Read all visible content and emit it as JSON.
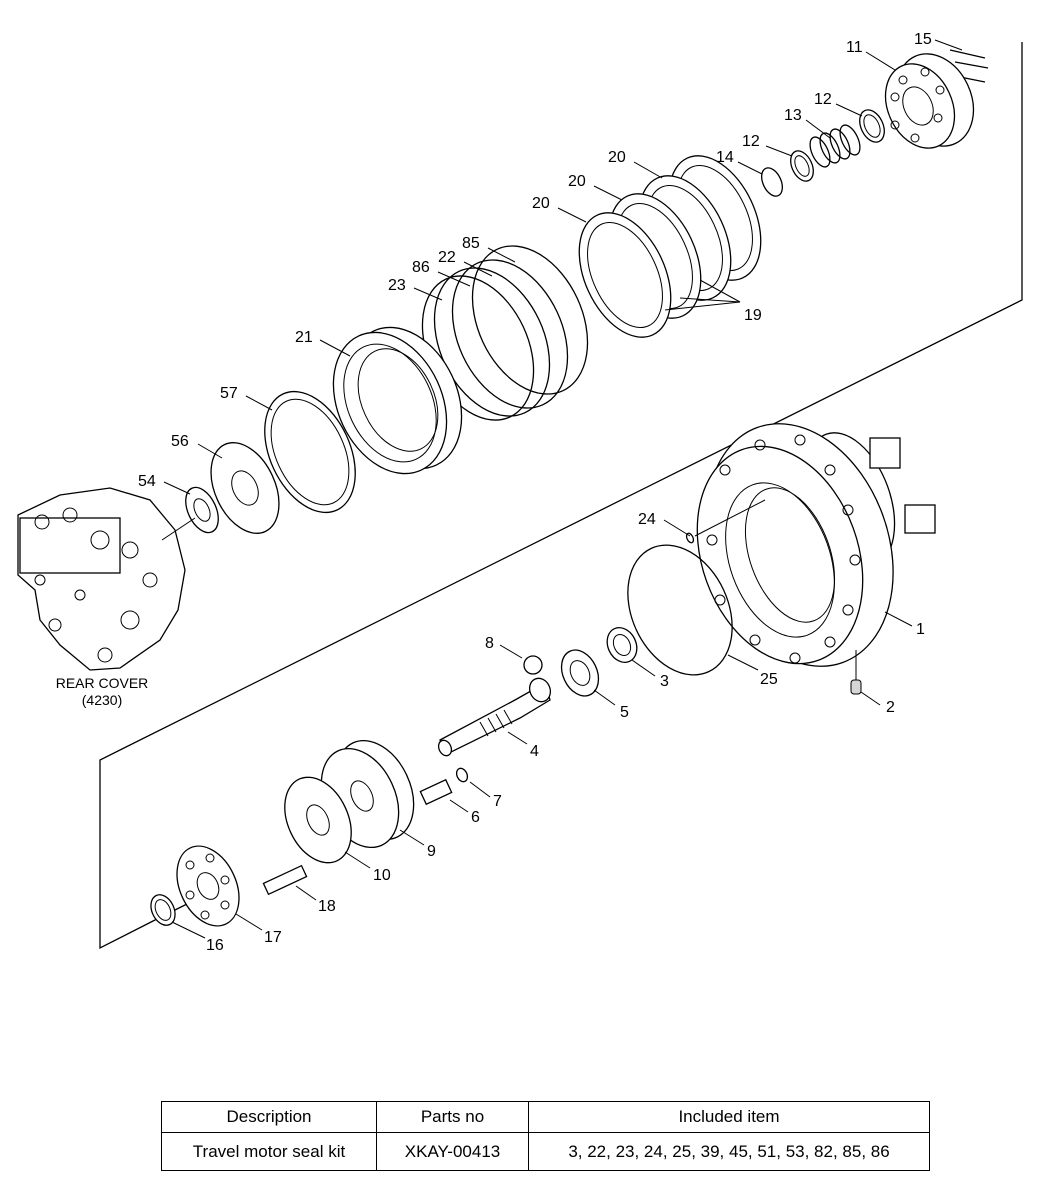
{
  "diagram": {
    "callouts": [
      "1",
      "2",
      "3",
      "4",
      "5",
      "6",
      "7",
      "8",
      "9",
      "10",
      "11",
      "12",
      "12",
      "13",
      "14",
      "15",
      "16",
      "17",
      "18",
      "19",
      "20",
      "20",
      "20",
      "21",
      "22",
      "23",
      "24",
      "25",
      "54",
      "56",
      "57",
      "85",
      "86"
    ],
    "rear_cover_label": "REAR COVER",
    "rear_cover_code": "(4230)"
  },
  "kit_table": {
    "headers": {
      "description": "Description",
      "parts_no": "Parts no",
      "included_item": "Included item"
    },
    "rows": [
      {
        "description": "Travel motor seal kit",
        "parts_no": "XKAY-00413",
        "included_item": "3, 22, 23, 24, 25, 39, 45, 51, 53, 82, 85, 86"
      }
    ]
  }
}
